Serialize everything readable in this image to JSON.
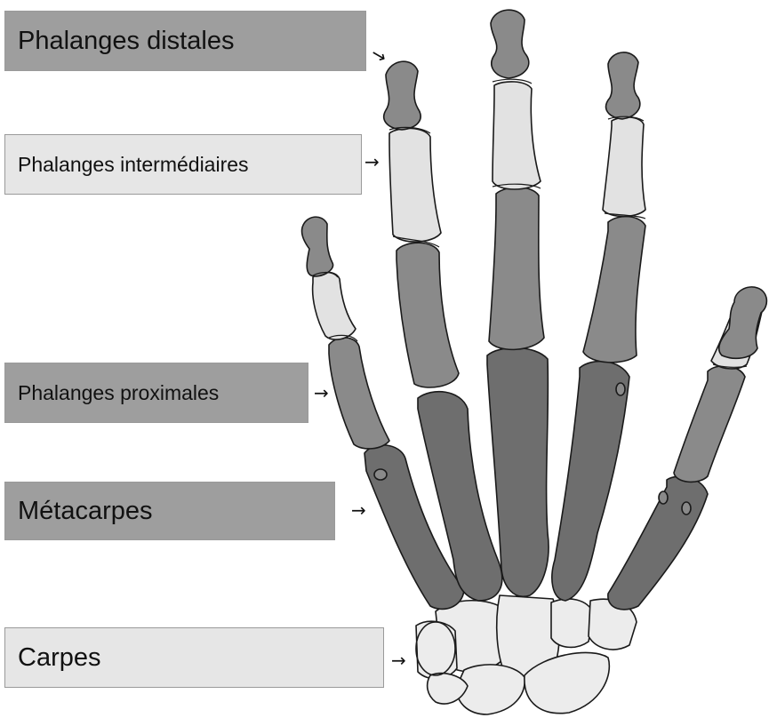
{
  "labels": {
    "distal": "Phalanges distales",
    "intermediate": "Phalanges intermédiaires",
    "proximal": "Phalanges proximales",
    "metacarpals": "Métacarpes",
    "carpals": "Carpes"
  },
  "arrow_glyph": "→",
  "colors": {
    "dark_box": "#9e9e9e",
    "light_box": "#e6e6e6",
    "dark_bone": "#8a8a8a",
    "darker_bone": "#6e6e6e",
    "light_bone": "#e2e2e2",
    "carpal_bone": "#ececec",
    "outline": "#1a1a1a"
  }
}
